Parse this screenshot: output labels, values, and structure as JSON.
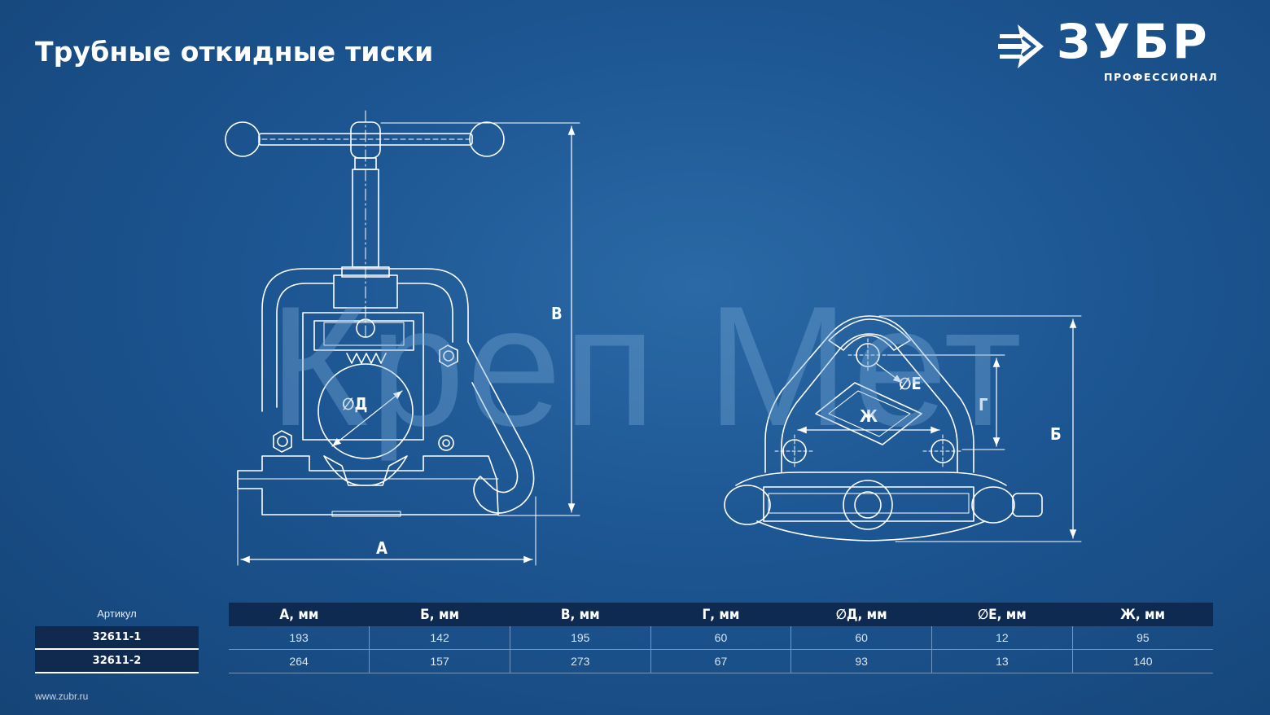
{
  "title": "Трубные откидные тиски",
  "logo": {
    "brand": "ЗУБР",
    "subtitle": "ПРОФЕССИОНАЛ",
    "icon": "zubr-arrow-icon"
  },
  "watermark": "Креп Мет",
  "drawing": {
    "labels": {
      "a": "А",
      "b": "Б",
      "v": "В",
      "g": "Г",
      "d": "∅Д",
      "e": "∅Е",
      "zh": "Ж"
    }
  },
  "table": {
    "article_header": "Артикул",
    "columns": [
      "А, мм",
      "Б, мм",
      "В, мм",
      "Г, мм",
      "∅Д, мм",
      "∅Е, мм",
      "Ж, мм"
    ],
    "rows": [
      {
        "article": "32611-1",
        "values": [
          "193",
          "142",
          "195",
          "60",
          "60",
          "12",
          "95"
        ]
      },
      {
        "article": "32611-2",
        "values": [
          "264",
          "157",
          "273",
          "67",
          "93",
          "13",
          "140"
        ]
      }
    ]
  },
  "footer": {
    "url": "www.zubr.ru"
  },
  "colors": {
    "background": "#1c5591",
    "header_cell": "#0f2a50",
    "line": "#ffffff"
  }
}
